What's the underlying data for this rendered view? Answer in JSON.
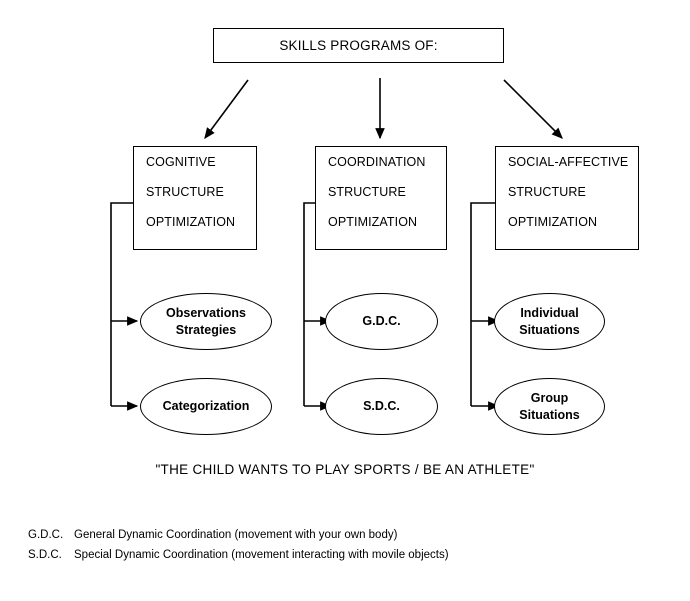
{
  "diagram": {
    "root": {
      "label": "SKILLS PROGRAMS OF:"
    },
    "columns": [
      {
        "id": "cognitive",
        "box": {
          "line1": "COGNITIVE",
          "line2": "STRUCTURE",
          "line3": "OPTIMIZATION"
        },
        "outcomes": [
          {
            "id": "observations-strategies",
            "line1": "Observations",
            "line2": "Strategies"
          },
          {
            "id": "categorization",
            "line1": "Categorization",
            "line2": ""
          }
        ]
      },
      {
        "id": "coordination",
        "box": {
          "line1": "COORDINATION",
          "line2": "STRUCTURE",
          "line3": "OPTIMIZATION"
        },
        "outcomes": [
          {
            "id": "gdc",
            "line1": "G.D.C.",
            "line2": ""
          },
          {
            "id": "sdc",
            "line1": "S.D.C.",
            "line2": ""
          }
        ]
      },
      {
        "id": "social-affective",
        "box": {
          "line1": "SOCIAL-AFFECTIVE",
          "line2": "STRUCTURE",
          "line3": "OPTIMIZATION"
        },
        "outcomes": [
          {
            "id": "individual-situations",
            "line1": "Individual",
            "line2": "Situations"
          },
          {
            "id": "group-situations",
            "line1": "Group",
            "line2": "Situations"
          }
        ]
      }
    ],
    "caption": "\"THE CHILD WANTS TO PLAY SPORTS / BE AN ATHLETE\"",
    "legend": [
      {
        "abbr": "G.D.C.",
        "description": "General Dynamic Coordination (movement with your own body)"
      },
      {
        "abbr": "S.D.C.",
        "description": "Special Dynamic Coordination (movement interacting with movile objects)"
      }
    ],
    "colors": {
      "stroke": "#000000",
      "background": "#ffffff",
      "text": "#000000"
    }
  }
}
